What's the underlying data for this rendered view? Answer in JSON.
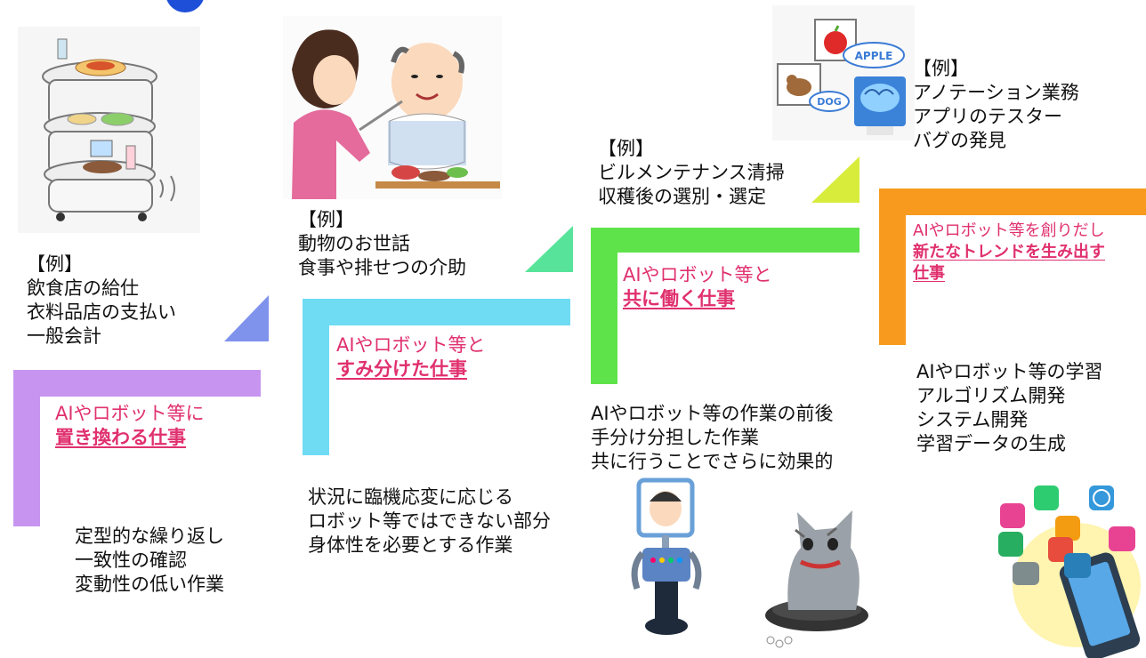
{
  "stages": [
    {
      "id": "replace",
      "color": "#c795f0",
      "triangle_color": "#7f93ec",
      "heading_line1": "AIやロボット等に",
      "heading_line2": "置き換わる仕事",
      "example_tag": "【例】",
      "examples": [
        "飲食店の給仕",
        "衣料品店の支払い",
        "一般会計"
      ],
      "features": [
        "定型的な繰り返し",
        "一致性の確認",
        "変動性の低い作業"
      ],
      "illustration": "serving-robot-icon"
    },
    {
      "id": "separate",
      "color": "#6fdcf4",
      "triangle_color": "#57e49a",
      "heading_line1": "AIやロボット等と",
      "heading_line2": "すみ分けた仕事",
      "example_tag": "【例】",
      "examples": [
        "動物のお世話",
        "食事や排せつの介助"
      ],
      "features": [
        "状況に臨機応変に応じる",
        "ロボット等ではできない部分",
        "身体性を必要とする作業"
      ],
      "illustration": "caregiver-feeding-elder-icon"
    },
    {
      "id": "together",
      "color": "#5fe34a",
      "triangle_color": "#d8ec3c",
      "heading_line1": "AIやロボット等と",
      "heading_line2": "共に働く仕事",
      "example_tag": "【例】",
      "examples": [
        "ビルメンテナンス清掃",
        "収穫後の選別・選定"
      ],
      "features": [
        "AIやロボット等の作業の前後",
        "手分け分担した作業",
        "共に行うことでさらに効果的"
      ],
      "illustration": "avatar-robot-and-cat-on-robot-vacuum-icon"
    },
    {
      "id": "create",
      "color": "#f79a1e",
      "heading_line1": "AIやロボット等を創りだし",
      "heading_line2": "新たなトレンドを生み出す",
      "heading_line3": "仕事",
      "example_tag": "【例】",
      "examples": [
        "アノテーション業務",
        "アプリのテスター",
        "バグの発見"
      ],
      "features": [
        "AIやロボット等の学習",
        "アルゴリズム開発",
        "システム開発",
        "学習データの生成"
      ],
      "illustration": "smartphone-app-icons-icon",
      "illustration_labels": [
        "APPLE",
        "DOG"
      ]
    }
  ]
}
